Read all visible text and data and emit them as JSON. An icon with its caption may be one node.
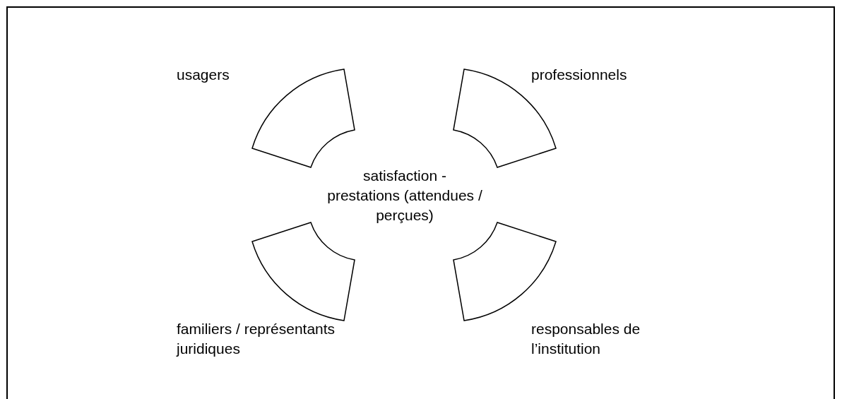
{
  "diagram": {
    "nodes": [
      {
        "text": [
          "usagers"
        ]
      },
      {
        "text": [
          "professionnels"
        ]
      },
      {
        "text": [
          "familiers / représentants juridiques"
        ]
      },
      {
        "text": [
          "responsables de l’institution"
        ]
      }
    ],
    "labels": [
      "satisfaction - prestations (attendues / perçues)"
    ]
  }
}
